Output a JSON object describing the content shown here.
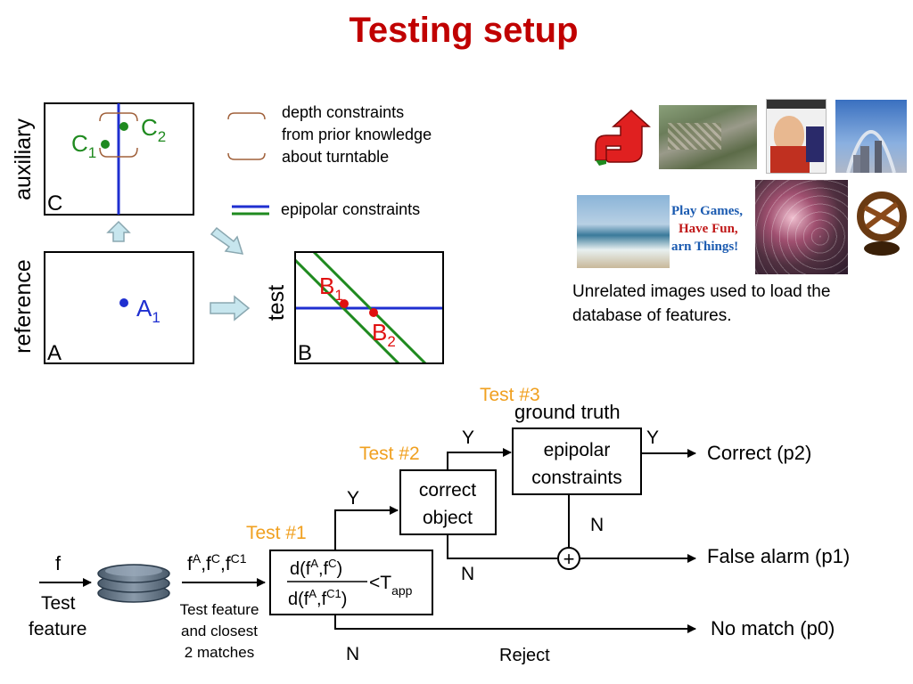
{
  "title": "Testing setup",
  "views": {
    "auxiliary": {
      "side_label": "auxiliary",
      "corner_label": "C",
      "point1": "C",
      "point1_sub": "1",
      "point2": "C",
      "point2_sub": "2"
    },
    "reference": {
      "side_label": "reference",
      "corner_label": "A",
      "point": "A",
      "point_sub": "1"
    },
    "test": {
      "side_label": "test",
      "corner_label": "B",
      "point1": "B",
      "point1_sub": "1",
      "point2": "B",
      "point2_sub": "2"
    }
  },
  "legend": {
    "depth_line1": "depth constraints",
    "depth_line2": "from prior knowledge",
    "depth_line3": "about turntable",
    "epipolar": "epipolar constraints"
  },
  "caption": {
    "line1": "Unrelated images used to load the",
    "line2": "database of features."
  },
  "flow": {
    "input_symbol": "f",
    "input_label1": "Test",
    "input_label2": "feature",
    "matches_f1": "f",
    "matches_s1": "A",
    "matches_f2": ",f",
    "matches_s2": "C",
    "matches_f3": ",f",
    "matches_s3": "C1",
    "matches_label1": "Test feature",
    "matches_label2": "and closest",
    "matches_label3": "2 matches",
    "test1": "Test #1",
    "test2": "Test #2",
    "test3": "Test #3",
    "ratio_num_a": "d(f",
    "ratio_num_sa": "A",
    "ratio_num_b": ",f",
    "ratio_num_sb": "C",
    "ratio_num_c": ")",
    "ratio_den_a": "d(f",
    "ratio_den_sa": "A",
    "ratio_den_b": ",f",
    "ratio_den_sb": "C1",
    "ratio_den_c": ")",
    "ratio_lt": "<T",
    "ratio_sub": "app",
    "box2_line1": "correct",
    "box2_line2": "object",
    "box3_title": "ground truth",
    "box3_line1": "epipolar",
    "box3_line2": "constraints",
    "yes": "Y",
    "no": "N",
    "plus": "+",
    "out_correct": "Correct (p2)",
    "out_false": "False alarm (p1)",
    "out_nomatch": "No match (p0)",
    "reject": "Reject"
  },
  "colors": {
    "title": "#c00000",
    "test_label": "#f0a020",
    "blue": "#1f2fd0",
    "green": "#1f8a1f",
    "red": "#e01010",
    "bracket": "#a0603a",
    "arrow_fill": "#c7e6ee",
    "arrow_stroke": "#8aa7b0"
  },
  "icons": [
    "red-arrow-icon",
    "database-icon",
    "plus-junction-icon"
  ]
}
